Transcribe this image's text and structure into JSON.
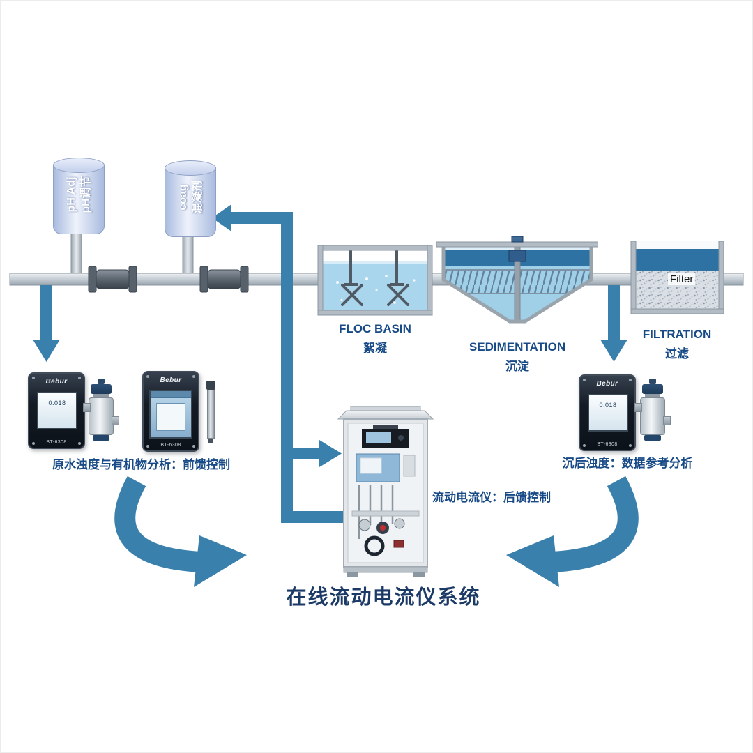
{
  "title": "在线流动电流仪系统",
  "dosing_tanks": [
    {
      "en": "pH Adj",
      "zh": "pH调节"
    },
    {
      "en": "coag",
      "zh": "混凝剂"
    }
  ],
  "stages": [
    {
      "en": "FLOC BASIN",
      "zh": "絮凝"
    },
    {
      "en": "SEDIMENTATION",
      "zh": "沉淀"
    },
    {
      "en": "FILTRATION",
      "zh": "过滤"
    }
  ],
  "filtration": {
    "media_label": "Filter"
  },
  "annotations": {
    "raw_water": "原水浊度与有机物分析：前馈控制",
    "streaming_current": "流动电流仪：后馈控制",
    "settled_water": "沉后浊度：数据参考分析"
  },
  "analyzer": {
    "brand": "Bebur",
    "model": "BT-6308",
    "reading": "0.018"
  },
  "colors": {
    "arrow_blue": "#3a80ad",
    "label_navy": "#174a86",
    "title_navy": "#1b3a66",
    "water_light": "#a9d5ed",
    "water_dark": "#2e72a4",
    "tank_fill": "#c9d5ee",
    "steel_gray": "#b3bcc4"
  }
}
